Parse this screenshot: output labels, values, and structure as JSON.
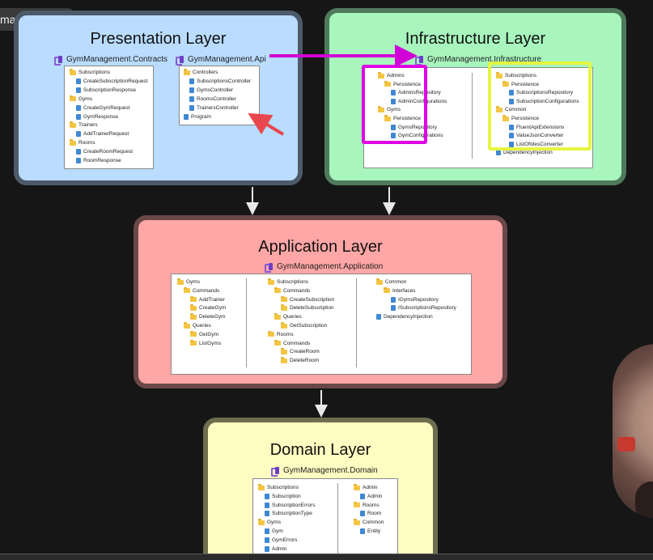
{
  "handle_text": "mantinband",
  "colors": {
    "background": "#161616",
    "presentation_fill": "#b9dcff",
    "presentation_border": "#4d5a6a",
    "infrastructure_fill": "#a8f5bd",
    "infrastructure_border": "#4f7a5b",
    "application_fill": "#ffa6a6",
    "application_border": "#6a4848",
    "domain_fill": "#fdfcc1",
    "domain_border": "#6e6e4f",
    "arrow_magenta": "#d100d6",
    "arrow_red": "#e8484d",
    "highlight_magenta": "#e000e6",
    "highlight_yellow": "#e6f542"
  },
  "presentation": {
    "title": "Presentation Layer",
    "contracts": {
      "name": "GymManagement.Contracts",
      "items": [
        {
          "type": "folder",
          "label": "Subscriptions",
          "indent": 0
        },
        {
          "type": "file",
          "label": "CreateSubscriptionRequest",
          "indent": 1
        },
        {
          "type": "file",
          "label": "SubscriptionResponse",
          "indent": 1
        },
        {
          "type": "folder",
          "label": "Gyms",
          "indent": 0
        },
        {
          "type": "file",
          "label": "CreateGymRequest",
          "indent": 1
        },
        {
          "type": "file",
          "label": "GymResponse",
          "indent": 1
        },
        {
          "type": "folder",
          "label": "Trainers",
          "indent": 0
        },
        {
          "type": "file",
          "label": "AddTrainerRequest",
          "indent": 1
        },
        {
          "type": "folder",
          "label": "Rooms",
          "indent": 0
        },
        {
          "type": "file",
          "label": "CreateRoomRequest",
          "indent": 1
        },
        {
          "type": "file",
          "label": "RoomResponse",
          "indent": 1
        }
      ]
    },
    "api": {
      "name": "GymManagement.Api",
      "items": [
        {
          "type": "folder",
          "label": "Controllers",
          "indent": 0
        },
        {
          "type": "file",
          "label": "SubscriptionsController",
          "indent": 1
        },
        {
          "type": "file",
          "label": "GymsController",
          "indent": 1
        },
        {
          "type": "file",
          "label": "RoomsController",
          "indent": 1
        },
        {
          "type": "file",
          "label": "TrainersController",
          "indent": 1
        },
        {
          "type": "file",
          "label": "Program",
          "indent": 0
        }
      ]
    }
  },
  "infrastructure": {
    "title": "Infrastructure Layer",
    "project": "GymManagement.Infrastructure",
    "left": [
      {
        "type": "folder",
        "label": "Admins",
        "indent": 0
      },
      {
        "type": "folder",
        "label": "Persistence",
        "indent": 1
      },
      {
        "type": "file",
        "label": "AdminsRepository",
        "indent": 2
      },
      {
        "type": "file",
        "label": "AdminConfigurations",
        "indent": 2
      },
      {
        "type": "folder",
        "label": "Gyms",
        "indent": 0
      },
      {
        "type": "folder",
        "label": "Persistence",
        "indent": 1
      },
      {
        "type": "file",
        "label": "GymsRepository",
        "indent": 2
      },
      {
        "type": "file",
        "label": "GymConfigurations",
        "indent": 2
      }
    ],
    "right": [
      {
        "type": "folder",
        "label": "Subscriptions",
        "indent": 0
      },
      {
        "type": "folder",
        "label": "Persistence",
        "indent": 1
      },
      {
        "type": "file",
        "label": "SubscriptionsRepository",
        "indent": 2
      },
      {
        "type": "file",
        "label": "SubscriptionConfigurations",
        "indent": 2
      },
      {
        "type": "folder",
        "label": "Common",
        "indent": 0
      },
      {
        "type": "folder",
        "label": "Persistence",
        "indent": 1
      },
      {
        "type": "file",
        "label": "FluentApiExtensions",
        "indent": 2
      },
      {
        "type": "file",
        "label": "ValueJsonConverter",
        "indent": 2
      },
      {
        "type": "file",
        "label": "ListOfIdesConverter",
        "indent": 2
      },
      {
        "type": "file",
        "label": "DependencyInjection",
        "indent": 0
      }
    ]
  },
  "application": {
    "title": "Application Layer",
    "project": "GymManagement.Application",
    "col1": [
      {
        "type": "folder",
        "label": "Gyms",
        "indent": 0
      },
      {
        "type": "folder",
        "label": "Commands",
        "indent": 1
      },
      {
        "type": "folder",
        "label": "AddTrainer",
        "indent": 2
      },
      {
        "type": "folder",
        "label": "CreateGym",
        "indent": 2
      },
      {
        "type": "folder",
        "label": "DeleteGym",
        "indent": 2
      },
      {
        "type": "folder",
        "label": "Queries",
        "indent": 1
      },
      {
        "type": "folder",
        "label": "GetGym",
        "indent": 2
      },
      {
        "type": "folder",
        "label": "ListGyms",
        "indent": 2
      }
    ],
    "col2": [
      {
        "type": "folder",
        "label": "Subscriptions",
        "indent": 0
      },
      {
        "type": "folder",
        "label": "Commands",
        "indent": 1
      },
      {
        "type": "folder",
        "label": "CreateSubscription",
        "indent": 2
      },
      {
        "type": "folder",
        "label": "DeleteSubscription",
        "indent": 2
      },
      {
        "type": "folder",
        "label": "Queries",
        "indent": 1
      },
      {
        "type": "folder",
        "label": "GetSubscription",
        "indent": 2
      },
      {
        "type": "folder",
        "label": "Rooms",
        "indent": 0
      },
      {
        "type": "folder",
        "label": "Commands",
        "indent": 1
      },
      {
        "type": "folder",
        "label": "CreateRoom",
        "indent": 2
      },
      {
        "type": "folder",
        "label": "DeleteRoom",
        "indent": 2
      }
    ],
    "col3": [
      {
        "type": "folder",
        "label": "Common",
        "indent": 0
      },
      {
        "type": "folder",
        "label": "Interfaces",
        "indent": 1
      },
      {
        "type": "file",
        "label": "IGymsRepository",
        "indent": 2
      },
      {
        "type": "file",
        "label": "ISubscriptionsRepository",
        "indent": 2
      },
      {
        "type": "file",
        "label": "DependencyInjection",
        "indent": 0
      }
    ]
  },
  "domain": {
    "title": "Domain Layer",
    "project": "GymManagement.Domain",
    "col1": [
      {
        "type": "folder",
        "label": "Subscriptions",
        "indent": 0
      },
      {
        "type": "file",
        "label": "Subscription",
        "indent": 1
      },
      {
        "type": "file",
        "label": "SubscriptionErrors",
        "indent": 1
      },
      {
        "type": "file",
        "label": "SubscriptionType",
        "indent": 1
      },
      {
        "type": "folder",
        "label": "Gyms",
        "indent": 0
      },
      {
        "type": "file",
        "label": "Gym",
        "indent": 1
      },
      {
        "type": "file",
        "label": "GymErrors",
        "indent": 1
      },
      {
        "type": "file",
        "label": "Admin",
        "indent": 1
      }
    ],
    "col2": [
      {
        "type": "folder",
        "label": "Admin",
        "indent": 0
      },
      {
        "type": "file",
        "label": "Admin",
        "indent": 1
      },
      {
        "type": "folder",
        "label": "Rooms",
        "indent": 0
      },
      {
        "type": "file",
        "label": "Room",
        "indent": 1
      },
      {
        "type": "folder",
        "label": "Common",
        "indent": 0
      },
      {
        "type": "file",
        "label": "Entity",
        "indent": 1
      }
    ]
  }
}
